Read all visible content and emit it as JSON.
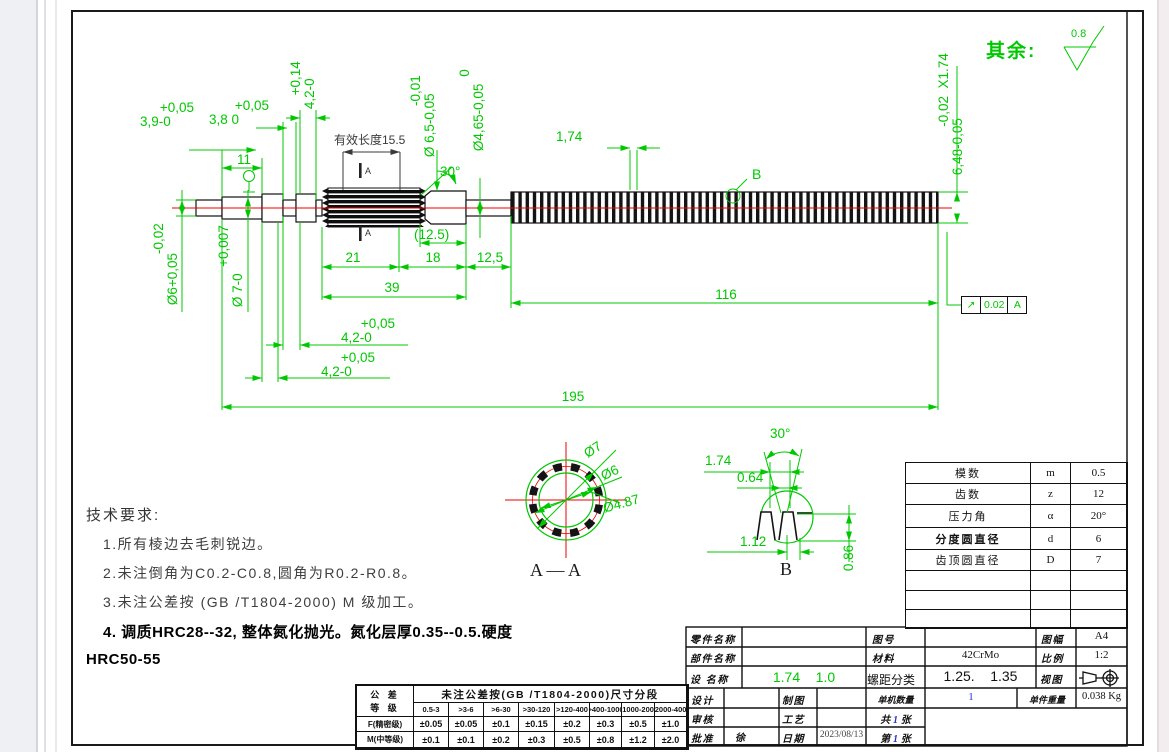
{
  "colors": {
    "dim_green": "#00c800",
    "centerline_red": "#ee0000",
    "value_blue": "#2233cc"
  },
  "surface_note": {
    "label": "其余:",
    "roughness": "0.8"
  },
  "main_view": {
    "dims": {
      "len_3_9": {
        "tol": "+0,05",
        "value": "3,9-0"
      },
      "len_3_8": {
        "tol": "+0,05",
        "value": "3,8 0"
      },
      "len_4_2_top": {
        "tol": "+0,14",
        "value": "4,2-0"
      },
      "len_11": "11",
      "effective_length": "有效长度15.5",
      "dia_6_5": {
        "tol": "-0,01",
        "value": "Ø 6,5-0,05"
      },
      "dia_4_65": {
        "tol": "0",
        "value": "Ø4,65-0,05"
      },
      "angle_30": "30°",
      "pitch_1_74": "1,74",
      "detail_ref": "B",
      "len_12_5_ref": "(12.5)",
      "len_21": "21",
      "len_18": "18",
      "len_12_5": "12,5",
      "len_39": "39",
      "len_116": "116",
      "len_195": "195",
      "len_4_2_mid": {
        "tol": "+0,05",
        "value": "4,2-0"
      },
      "len_4_2_low": {
        "tol": "+0,05",
        "value": "4,2-0"
      },
      "dia_6": {
        "tol": "-0,02",
        "value": "Ø6+0,05"
      },
      "dia_7": {
        "tol": "+0,007",
        "value": "Ø 7-0"
      },
      "dia_6_48": {
        "tol": "-0,02",
        "value": "6,48-0,05",
        "pitch": "X1.74"
      },
      "section_mark": "A"
    },
    "runout": {
      "symbol": "↗",
      "value": "0.02",
      "datum": "A"
    }
  },
  "section_aa": {
    "title": "A — A",
    "dia_tip": "Ø7",
    "dia_pitch": "Ø6",
    "dia_root": "Ø4.87"
  },
  "detail_b": {
    "title": "B",
    "angle": "30°",
    "pitch": "1.74",
    "crest": "0.64",
    "root_w": "1.12",
    "depth": "0.86"
  },
  "tech_req": {
    "title": "技术要求:",
    "items": [
      "1.所有棱边去毛刺锐边。",
      "2.未注倒角为C0.2-C0.8,圆角为R0.2-R0.8。",
      "3.未注公差按 (GB /T1804-2000) M 级加工。",
      "4. 调质HRC28--32, 整体氮化抛光。氮化层厚0.35--0.5.硬度",
      "HRC50-55"
    ]
  },
  "gear_table": {
    "rows": [
      {
        "name": "模数",
        "sym": "m",
        "val": "0.5"
      },
      {
        "name": "齿数",
        "sym": "z",
        "val": "12"
      },
      {
        "name": "压力角",
        "sym": "α",
        "val": "20°"
      },
      {
        "name": "分度圆直径",
        "sym": "d",
        "val": "6"
      },
      {
        "name": "齿顶圆直径",
        "sym": "D",
        "val": "7"
      },
      {
        "name": "",
        "sym": "",
        "val": ""
      },
      {
        "name": "",
        "sym": "",
        "val": ""
      },
      {
        "name": "",
        "sym": "",
        "val": ""
      }
    ]
  },
  "tol_table": {
    "corner_line1": "公 差",
    "corner_line2": "等 级",
    "title": "未注公差按(GB /T1804-2000)尺寸分段",
    "ranges": [
      "0.5-3",
      ">3-6",
      ">6-30",
      ">30-120",
      ">120-400",
      ">400-1000",
      ">1000-2000",
      ">2000-4000"
    ],
    "rows": [
      {
        "label": "F(精密级)",
        "values": [
          "±0.05",
          "±0.05",
          "±0.1",
          "±0.15",
          "±0.2",
          "±0.3",
          "±0.5",
          "±1.0"
        ]
      },
      {
        "label": "M(中等级)",
        "values": [
          "±0.1",
          "±0.1",
          "±0.2",
          "±0.3",
          "±0.5",
          "±0.8",
          "±1.2",
          "±2.0"
        ]
      }
    ]
  },
  "title_block": {
    "part_name_label": "零件名称",
    "part_name": "",
    "assembly_name_label": "部件名称",
    "assembly_name": "",
    "device_name_label": "设 名称",
    "device_name": "1.74    1.0",
    "drawing_no_label": "图号",
    "drawing_no": "",
    "material_label": "材料",
    "material": "42CrMo",
    "pitch_class_label": "螺距分类",
    "pitch_class": "1.25.    1.35",
    "sheet_size_label": "图幅",
    "sheet_size": "A4",
    "scale_label": "比例",
    "scale": "1:2",
    "view_label": "视图",
    "design_label": "设计",
    "design": "",
    "draft_label": "制图",
    "draft": "",
    "qty_label": "单机数量",
    "qty": "1",
    "weight_label": "单件重量",
    "weight": "0.038 Kg",
    "check_label": "审核",
    "process_label": "工艺",
    "approve_label": "批准",
    "approve_sign": "徐",
    "date_label": "日期",
    "date": "2023/08/13",
    "total_pre": "共",
    "total_num": "1",
    "total_post": "张",
    "page_pre": "第",
    "page_num": "1",
    "page_post": "张"
  }
}
